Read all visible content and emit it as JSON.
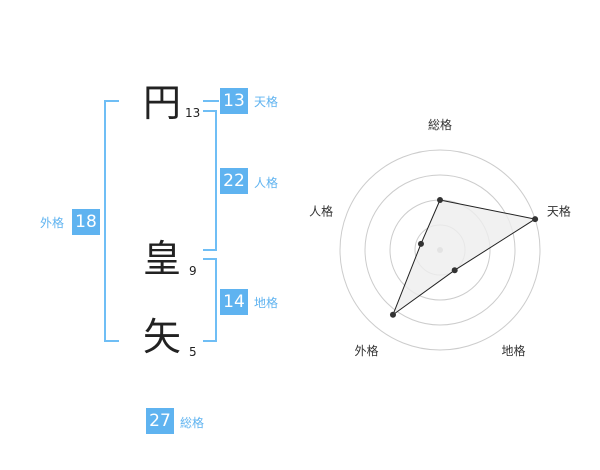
{
  "name": {
    "chars": [
      {
        "char": "円",
        "strokes": "13"
      },
      {
        "char": "皇",
        "strokes": "9"
      },
      {
        "char": "矢",
        "strokes": "5"
      }
    ]
  },
  "kakusu": {
    "tenkaku": {
      "value": "13",
      "label": "天格"
    },
    "jinkaku": {
      "value": "22",
      "label": "人格"
    },
    "chikaku": {
      "value": "14",
      "label": "地格"
    },
    "gaikaku": {
      "value": "18",
      "label": "外格"
    },
    "soukaku": {
      "value": "27",
      "label": "総格"
    }
  },
  "chart_data": {
    "type": "radar",
    "axes": [
      "総格",
      "天格",
      "地格",
      "外格",
      "人格"
    ],
    "values": [
      0.5,
      1.0,
      0.25,
      0.8,
      0.2
    ],
    "rings": 4,
    "colors": {
      "fill": "#eeeeee",
      "line": "#222222",
      "point": "#333333",
      "grid": "#cccccc",
      "center": "#bbbbbb"
    }
  }
}
